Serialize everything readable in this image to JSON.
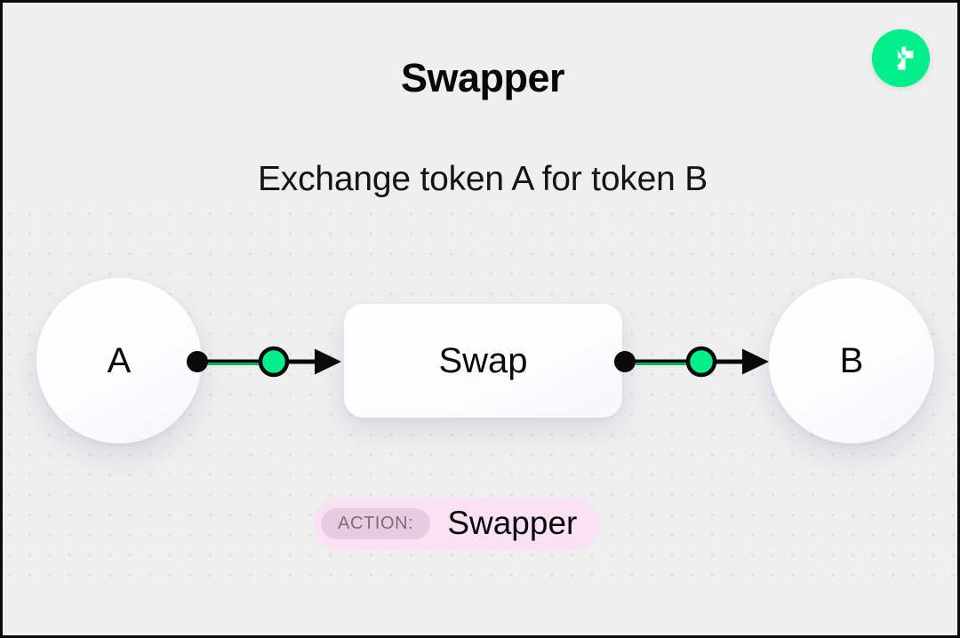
{
  "header": {
    "title": "Swapper",
    "subtitle": "Exchange token A for token B",
    "logo_icon": "flow-logo-icon"
  },
  "diagram": {
    "source_node": {
      "label": "A",
      "icon": "circle-node-icon"
    },
    "process_node": {
      "label": "Swap",
      "icon": "rounded-box-node-icon"
    },
    "target_node": {
      "label": "B",
      "icon": "circle-node-icon"
    },
    "connectors": [
      {
        "name": "a-to-swap",
        "icon": "arrow-right-icon"
      },
      {
        "name": "swap-to-b",
        "icon": "arrow-right-icon"
      }
    ]
  },
  "action_badge": {
    "chip_label": "ACTION:",
    "value": "Swapper"
  },
  "colors": {
    "background": "#efefef",
    "accent_green": "#00ef8b",
    "dot_grid": "#dfdfdf",
    "badge_background": "#fae1f4",
    "badge_chip": "#e7cce1",
    "badge_chip_text": "#7c6d78",
    "node_edge": "#0a0a0a",
    "text": "#070707"
  }
}
